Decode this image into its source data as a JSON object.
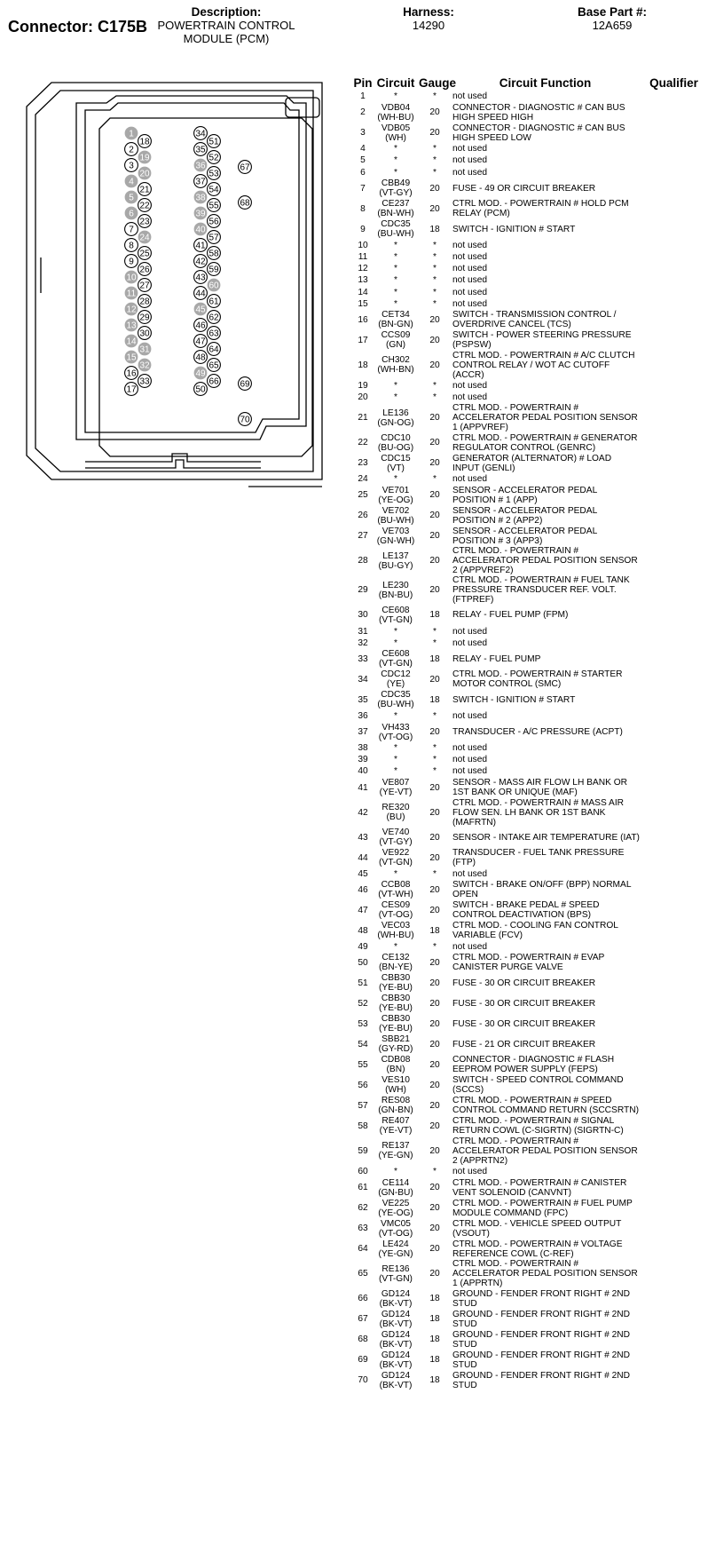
{
  "header": {
    "connector": "Connector: C175B",
    "description_label": "Description:",
    "description_value": "POWERTRAIN CONTROL MODULE (PCM)",
    "harness_label": "Harness:",
    "harness_value": "14290",
    "base_part_label": "Base Part #:",
    "base_part_value": "12A659"
  },
  "table": {
    "headers": {
      "pin": "Pin",
      "circuit": "Circuit",
      "gauge": "Gauge",
      "function": "Circuit Function",
      "qualifier": "Qualifier"
    },
    "rows": [
      {
        "pin": "1",
        "circuit": "*",
        "gauge": "*",
        "function": "not used"
      },
      {
        "pin": "2",
        "circuit": "VDB04 (WH-BU)",
        "gauge": "20",
        "function": "CONNECTOR - DIAGNOSTIC # CAN BUS HIGH SPEED HIGH"
      },
      {
        "pin": "3",
        "circuit": "VDB05 (WH)",
        "gauge": "20",
        "function": "CONNECTOR - DIAGNOSTIC # CAN BUS HIGH SPEED LOW"
      },
      {
        "pin": "4",
        "circuit": "*",
        "gauge": "*",
        "function": "not used"
      },
      {
        "pin": "5",
        "circuit": "*",
        "gauge": "*",
        "function": "not used"
      },
      {
        "pin": "6",
        "circuit": "*",
        "gauge": "*",
        "function": "not used"
      },
      {
        "pin": "7",
        "circuit": "CBB49 (VT-GY)",
        "gauge": "20",
        "function": "FUSE - 49 OR CIRCUIT BREAKER"
      },
      {
        "pin": "8",
        "circuit": "CE237 (BN-WH)",
        "gauge": "20",
        "function": "CTRL MOD. - POWERTRAIN # HOLD PCM RELAY (PCM)"
      },
      {
        "pin": "9",
        "circuit": "CDC35 (BU-WH)",
        "gauge": "18",
        "function": "SWITCH - IGNITION # START"
      },
      {
        "pin": "10",
        "circuit": "*",
        "gauge": "*",
        "function": "not used"
      },
      {
        "pin": "11",
        "circuit": "*",
        "gauge": "*",
        "function": "not used"
      },
      {
        "pin": "12",
        "circuit": "*",
        "gauge": "*",
        "function": "not used"
      },
      {
        "pin": "13",
        "circuit": "*",
        "gauge": "*",
        "function": "not used"
      },
      {
        "pin": "14",
        "circuit": "*",
        "gauge": "*",
        "function": "not used"
      },
      {
        "pin": "15",
        "circuit": "*",
        "gauge": "*",
        "function": "not used"
      },
      {
        "pin": "16",
        "circuit": "CET34 (BN-GN)",
        "gauge": "20",
        "function": "SWITCH - TRANSMISSION CONTROL / OVERDRIVE CANCEL (TCS)"
      },
      {
        "pin": "17",
        "circuit": "CCS09 (GN)",
        "gauge": "20",
        "function": "SWITCH - POWER STEERING PRESSURE (PSPSW)"
      },
      {
        "pin": "18",
        "circuit": "CH302 (WH-BN)",
        "gauge": "20",
        "function": "CTRL MOD. - POWERTRAIN # A/C CLUTCH CONTROL RELAY / WOT AC CUTOFF (ACCR)"
      },
      {
        "pin": "19",
        "circuit": "*",
        "gauge": "*",
        "function": "not used"
      },
      {
        "pin": "20",
        "circuit": "*",
        "gauge": "*",
        "function": "not used"
      },
      {
        "pin": "21",
        "circuit": "LE136 (GN-OG)",
        "gauge": "20",
        "function": "CTRL MOD. - POWERTRAIN # ACCELERATOR PEDAL POSITION SENSOR 1 (APPVREF)"
      },
      {
        "pin": "22",
        "circuit": "CDC10 (BU-OG)",
        "gauge": "20",
        "function": "CTRL MOD. - POWERTRAIN # GENERATOR REGULATOR CONTROL (GENRC)"
      },
      {
        "pin": "23",
        "circuit": "CDC15 (VT)",
        "gauge": "20",
        "function": "GENERATOR (ALTERNATOR) # LOAD INPUT (GENLI)"
      },
      {
        "pin": "24",
        "circuit": "*",
        "gauge": "*",
        "function": "not used"
      },
      {
        "pin": "25",
        "circuit": "VE701 (YE-OG)",
        "gauge": "20",
        "function": "SENSOR - ACCELERATOR PEDAL POSITION # 1 (APP)"
      },
      {
        "pin": "26",
        "circuit": "VE702 (BU-WH)",
        "gauge": "20",
        "function": "SENSOR - ACCELERATOR PEDAL POSITION # 2 (APP2)"
      },
      {
        "pin": "27",
        "circuit": "VE703 (GN-WH)",
        "gauge": "20",
        "function": "SENSOR - ACCELERATOR PEDAL POSITION # 3 (APP3)"
      },
      {
        "pin": "28",
        "circuit": "LE137 (BU-GY)",
        "gauge": "20",
        "function": "CTRL MOD. - POWERTRAIN # ACCELERATOR PEDAL POSITION SENSOR 2 (APPVREF2)"
      },
      {
        "pin": "29",
        "circuit": "LE230 (BN-BU)",
        "gauge": "20",
        "function": "CTRL MOD. - POWERTRAIN # FUEL TANK PRESSURE TRANSDUCER REF. VOLT. (FTPREF)"
      },
      {
        "pin": "30",
        "circuit": "CE608 (VT-GN)",
        "gauge": "18",
        "function": "RELAY - FUEL PUMP (FPM)"
      },
      {
        "pin": "31",
        "circuit": "*",
        "gauge": "*",
        "function": "not used"
      },
      {
        "pin": "32",
        "circuit": "*",
        "gauge": "*",
        "function": "not used"
      },
      {
        "pin": "33",
        "circuit": "CE608 (VT-GN)",
        "gauge": "18",
        "function": "RELAY - FUEL PUMP"
      },
      {
        "pin": "34",
        "circuit": "CDC12 (YE)",
        "gauge": "20",
        "function": "CTRL MOD. - POWERTRAIN # STARTER MOTOR CONTROL (SMC)"
      },
      {
        "pin": "35",
        "circuit": "CDC35 (BU-WH)",
        "gauge": "18",
        "function": "SWITCH - IGNITION # START"
      },
      {
        "pin": "36",
        "circuit": "*",
        "gauge": "*",
        "function": "not used"
      },
      {
        "pin": "37",
        "circuit": "VH433 (VT-OG)",
        "gauge": "20",
        "function": "TRANSDUCER - A/C PRESSURE (ACPT)"
      },
      {
        "pin": "38",
        "circuit": "*",
        "gauge": "*",
        "function": "not used"
      },
      {
        "pin": "39",
        "circuit": "*",
        "gauge": "*",
        "function": "not used"
      },
      {
        "pin": "40",
        "circuit": "*",
        "gauge": "*",
        "function": "not used"
      },
      {
        "pin": "41",
        "circuit": "VE807 (YE-VT)",
        "gauge": "20",
        "function": "SENSOR - MASS AIR FLOW LH BANK OR 1ST BANK OR UNIQUE (MAF)"
      },
      {
        "pin": "42",
        "circuit": "RE320 (BU)",
        "gauge": "20",
        "function": "CTRL MOD. - POWERTRAIN # MASS AIR FLOW SEN. LH BANK OR 1ST BANK (MAFRTN)"
      },
      {
        "pin": "43",
        "circuit": "VE740 (VT-GY)",
        "gauge": "20",
        "function": "SENSOR - INTAKE AIR TEMPERATURE (IAT)"
      },
      {
        "pin": "44",
        "circuit": "VE922 (VT-GN)",
        "gauge": "20",
        "function": "TRANSDUCER - FUEL TANK PRESSURE (FTP)"
      },
      {
        "pin": "45",
        "circuit": "*",
        "gauge": "*",
        "function": "not used"
      },
      {
        "pin": "46",
        "circuit": "CCB08 (VT-WH)",
        "gauge": "20",
        "function": "SWITCH - BRAKE ON/OFF (BPP) NORMAL OPEN"
      },
      {
        "pin": "47",
        "circuit": "CES09 (VT-OG)",
        "gauge": "20",
        "function": "SWITCH - BRAKE PEDAL # SPEED CONTROL DEACTIVATION (BPS)"
      },
      {
        "pin": "48",
        "circuit": "VEC03 (WH-BU)",
        "gauge": "18",
        "function": "CTRL MOD. - COOLING FAN CONTROL VARIABLE (FCV)"
      },
      {
        "pin": "49",
        "circuit": "*",
        "gauge": "*",
        "function": "not used"
      },
      {
        "pin": "50",
        "circuit": "CE132 (BN-YE)",
        "gauge": "20",
        "function": "CTRL MOD. - POWERTRAIN # EVAP CANISTER PURGE VALVE"
      },
      {
        "pin": "51",
        "circuit": "CBB30 (YE-BU)",
        "gauge": "20",
        "function": "FUSE - 30 OR CIRCUIT BREAKER"
      },
      {
        "pin": "52",
        "circuit": "CBB30 (YE-BU)",
        "gauge": "20",
        "function": "FUSE - 30 OR CIRCUIT BREAKER"
      },
      {
        "pin": "53",
        "circuit": "CBB30 (YE-BU)",
        "gauge": "20",
        "function": "FUSE - 30 OR CIRCUIT BREAKER"
      },
      {
        "pin": "54",
        "circuit": "SBB21 (GY-RD)",
        "gauge": "20",
        "function": "FUSE - 21 OR CIRCUIT BREAKER"
      },
      {
        "pin": "55",
        "circuit": "CDB08 (BN)",
        "gauge": "20",
        "function": "CONNECTOR - DIAGNOSTIC # FLASH EEPROM POWER SUPPLY (FEPS)"
      },
      {
        "pin": "56",
        "circuit": "VES10 (WH)",
        "gauge": "20",
        "function": "SWITCH - SPEED CONTROL COMMAND (SCCS)"
      },
      {
        "pin": "57",
        "circuit": "RES08 (GN-BN)",
        "gauge": "20",
        "function": "CTRL MOD. - POWERTRAIN # SPEED CONTROL COMMAND RETURN (SCCSRTN)"
      },
      {
        "pin": "58",
        "circuit": "RE407 (YE-VT)",
        "gauge": "20",
        "function": "CTRL MOD. - POWERTRAIN # SIGNAL RETURN COWL (C-SIGRTN) (SIGRTN-C)"
      },
      {
        "pin": "59",
        "circuit": "RE137 (YE-GN)",
        "gauge": "20",
        "function": "CTRL MOD. - POWERTRAIN # ACCELERATOR PEDAL POSITION SENSOR 2 (APPRTN2)"
      },
      {
        "pin": "60",
        "circuit": "*",
        "gauge": "*",
        "function": "not used"
      },
      {
        "pin": "61",
        "circuit": "CE114 (GN-BU)",
        "gauge": "20",
        "function": "CTRL MOD. - POWERTRAIN # CANISTER VENT SOLENOID (CANVNT)"
      },
      {
        "pin": "62",
        "circuit": "VE225 (YE-OG)",
        "gauge": "20",
        "function": "CTRL MOD. - POWERTRAIN # FUEL PUMP MODULE COMMAND (FPC)"
      },
      {
        "pin": "63",
        "circuit": "VMC05 (VT-OG)",
        "gauge": "20",
        "function": "CTRL MOD. - VEHICLE SPEED OUTPUT (VSOUT)"
      },
      {
        "pin": "64",
        "circuit": "LE424 (YE-GN)",
        "gauge": "20",
        "function": "CTRL MOD. - POWERTRAIN # VOLTAGE REFERENCE COWL (C-REF)"
      },
      {
        "pin": "65",
        "circuit": "RE136 (VT-GN)",
        "gauge": "20",
        "function": "CTRL MOD. - POWERTRAIN # ACCELERATOR PEDAL POSITION SENSOR 1 (APPRTN)"
      },
      {
        "pin": "66",
        "circuit": "GD124 (BK-VT)",
        "gauge": "18",
        "function": "GROUND - FENDER FRONT RIGHT # 2ND STUD"
      },
      {
        "pin": "67",
        "circuit": "GD124 (BK-VT)",
        "gauge": "18",
        "function": "GROUND - FENDER FRONT RIGHT # 2ND STUD"
      },
      {
        "pin": "68",
        "circuit": "GD124 (BK-VT)",
        "gauge": "18",
        "function": "GROUND - FENDER FRONT RIGHT # 2ND STUD"
      },
      {
        "pin": "69",
        "circuit": "GD124 (BK-VT)",
        "gauge": "18",
        "function": "GROUND - FENDER FRONT RIGHT # 2ND STUD"
      },
      {
        "pin": "70",
        "circuit": "GD124 (BK-VT)",
        "gauge": "18",
        "function": "GROUND - FENDER FRONT RIGHT # 2ND STUD"
      }
    ]
  },
  "diagram": {
    "columns": [
      [
        "1",
        "2",
        "3",
        "4",
        "5",
        "6",
        "7",
        "8",
        "9",
        "10",
        "11",
        "12",
        "13",
        "14",
        "15",
        "16",
        "17"
      ],
      [
        "18",
        "19",
        "20",
        "21",
        "22",
        "23",
        "24",
        "25",
        "26",
        "27",
        "28",
        "29",
        "30",
        "31",
        "32",
        "33"
      ],
      [
        "34",
        "35",
        "36",
        "37",
        "38",
        "39",
        "40",
        "41",
        "42",
        "43",
        "44",
        "45",
        "46",
        "47",
        "48",
        "49",
        "50"
      ],
      [
        "51",
        "52",
        "53",
        "54",
        "55",
        "56",
        "57",
        "58",
        "59",
        "60",
        "61",
        "62",
        "63",
        "64",
        "65",
        "66"
      ],
      [
        "67",
        "68",
        "69",
        "70"
      ]
    ],
    "unused_pins": [
      "1",
      "4",
      "5",
      "6",
      "10",
      "11",
      "12",
      "13",
      "14",
      "15",
      "19",
      "20",
      "24",
      "31",
      "32",
      "36",
      "38",
      "39",
      "40",
      "45",
      "49",
      "60"
    ],
    "colors": {
      "outline": "#000000",
      "unused_fill": "#a8a8a8",
      "used_fill": "#ffffff"
    }
  }
}
